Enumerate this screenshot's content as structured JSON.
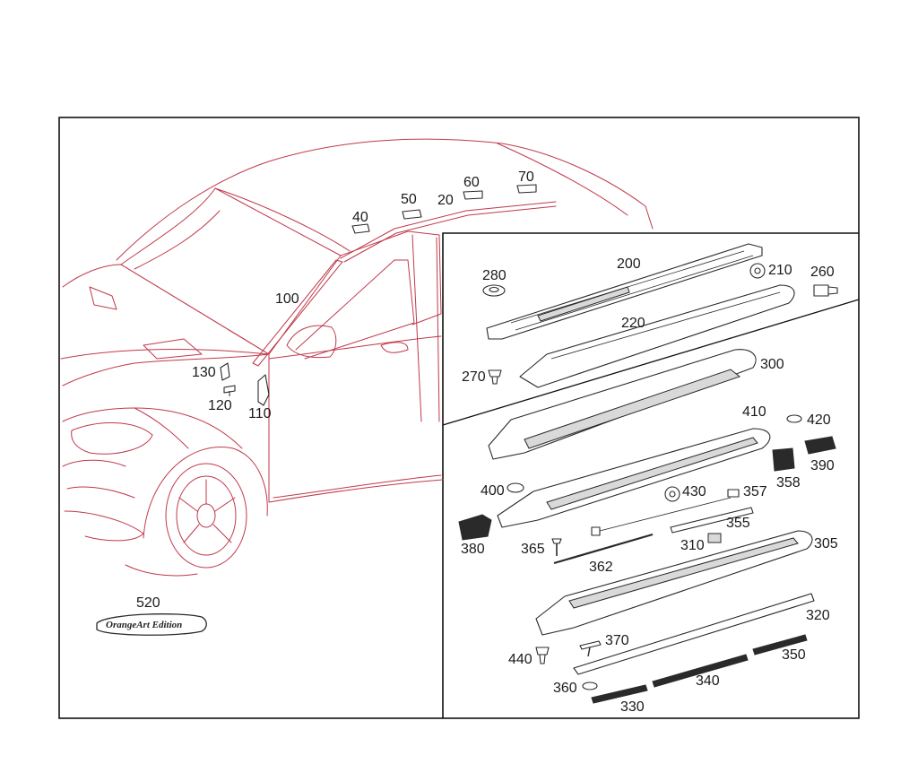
{
  "labels": {
    "l20": "20",
    "l40": "40",
    "l50": "50",
    "l60": "60",
    "l70": "70",
    "l100": "100",
    "l110": "110",
    "l120": "120",
    "l130": "130",
    "l200": "200",
    "l210": "210",
    "l220": "220",
    "l260": "260",
    "l270": "270",
    "l280": "280",
    "l300": "300",
    "l305": "305",
    "l310": "310",
    "l320": "320",
    "l330": "330",
    "l340": "340",
    "l350": "350",
    "l355": "355",
    "l357": "357",
    "l358": "358",
    "l360": "360",
    "l362": "362",
    "l365": "365",
    "l370": "370",
    "l380": "380",
    "l390": "390",
    "l400": "400",
    "l410": "410",
    "l420": "420",
    "l430": "430",
    "l440": "440",
    "l520": "520"
  },
  "badge_text": "OrangeArt Edition",
  "colors": {
    "car_outline": "#c0394b",
    "part_outline": "#2a2a2a",
    "frame": "#111111"
  }
}
